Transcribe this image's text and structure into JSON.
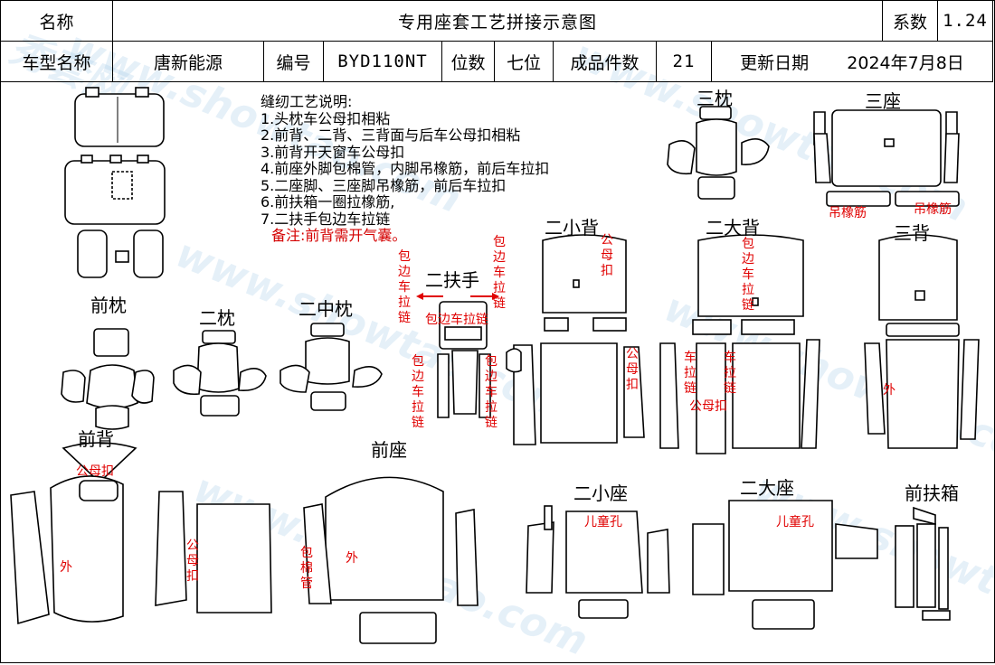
{
  "header": {
    "name_label": "名称",
    "title": "专用座套工艺拼接示意图",
    "coef_label": "系数",
    "coef_value": "1.24",
    "model_label": "车型名称",
    "model_value": "唐新能源",
    "code_label": "编号",
    "code_value": "BYD110NT",
    "seat_label": "位数",
    "seat_value": "七位",
    "pieces_label": "成品件数",
    "pieces_value": "21",
    "date_label": "更新日期",
    "date_value": "2024年7月8日"
  },
  "notes": {
    "title": "缝纫工艺说明:",
    "items": [
      "1.头枕车公母扣相粘",
      "2.前背、二背、三背面与后车公母扣相粘",
      "3.前背开天窗车公母扣",
      "4.前座外脚包棉管，内脚吊橡筋，前后车拉扣",
      "5.二座脚、三座脚吊橡筋，前后车拉扣",
      "6.前扶箱一圈拉橡筋,",
      "7.二扶手包边车拉链"
    ],
    "remark": "备注:前背需开气囊。"
  },
  "sections": {
    "front_headrest": "前枕",
    "second_headrest": "二枕",
    "second_mid_headrest": "二中枕",
    "second_armrest": "二扶手",
    "third_headrest": "三枕",
    "third_seat": "三座",
    "second_small_back": "二小背",
    "second_large_back": "二大背",
    "third_back": "三背",
    "front_back": "前背",
    "front_seat": "前座",
    "second_small_seat": "二小座",
    "second_large_seat": "二大座",
    "front_armbox": "前扶箱"
  },
  "annotations": {
    "snap": "公母扣",
    "hem_zip": "包边车拉链",
    "elastic": "吊橡筋",
    "outside": "外",
    "pull_strip": "车拉链",
    "foam_tube": "包棉管",
    "child_hole": "儿童孔"
  },
  "watermark": {
    "text_cn": "秀套网",
    "text_url": "www.showtao.com"
  },
  "colors": {
    "annotation": "#e00000",
    "line": "#000000",
    "watermark": "#a0c8e6"
  }
}
